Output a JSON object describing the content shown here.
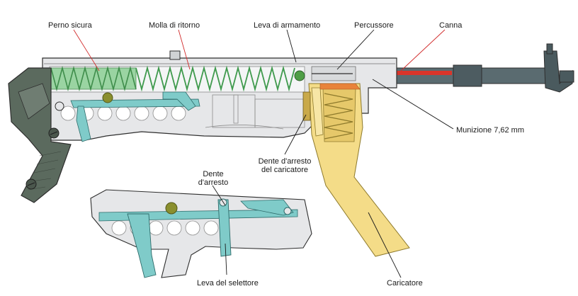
{
  "labels": {
    "perno_sicura": "Perno sicura",
    "molla_ritorno": "Molla di ritorno",
    "leva_armamento": "Leva di armamento",
    "percussore": "Percussore",
    "canna": "Canna",
    "munizione": "Munizione 7,62 mm",
    "dente_caricatore_1": "Dente d'arresto",
    "dente_caricatore_2": "del caricatore",
    "dente_arresto_1": "Dente",
    "dente_arresto_2": "d'arresto",
    "leva_selettore": "Leva del selettore",
    "caricatore": "Caricatore"
  },
  "colors": {
    "receiver_gray": "#e6e7e9",
    "outline": "#2e2e2e",
    "stock_dark": "#5b6a5e",
    "spring_green": "#79c485",
    "mechanism_cyan": "#7fcbc9",
    "barrel_steel": "#5a6b70",
    "bullet_orange": "#e8833a",
    "barrel_red": "#d9352a",
    "magazine_yellow": "#f4dc88",
    "ball_olive": "#8a8f2e",
    "leader_red": "#d12a2a",
    "leader_black": "#1a1a1a"
  }
}
